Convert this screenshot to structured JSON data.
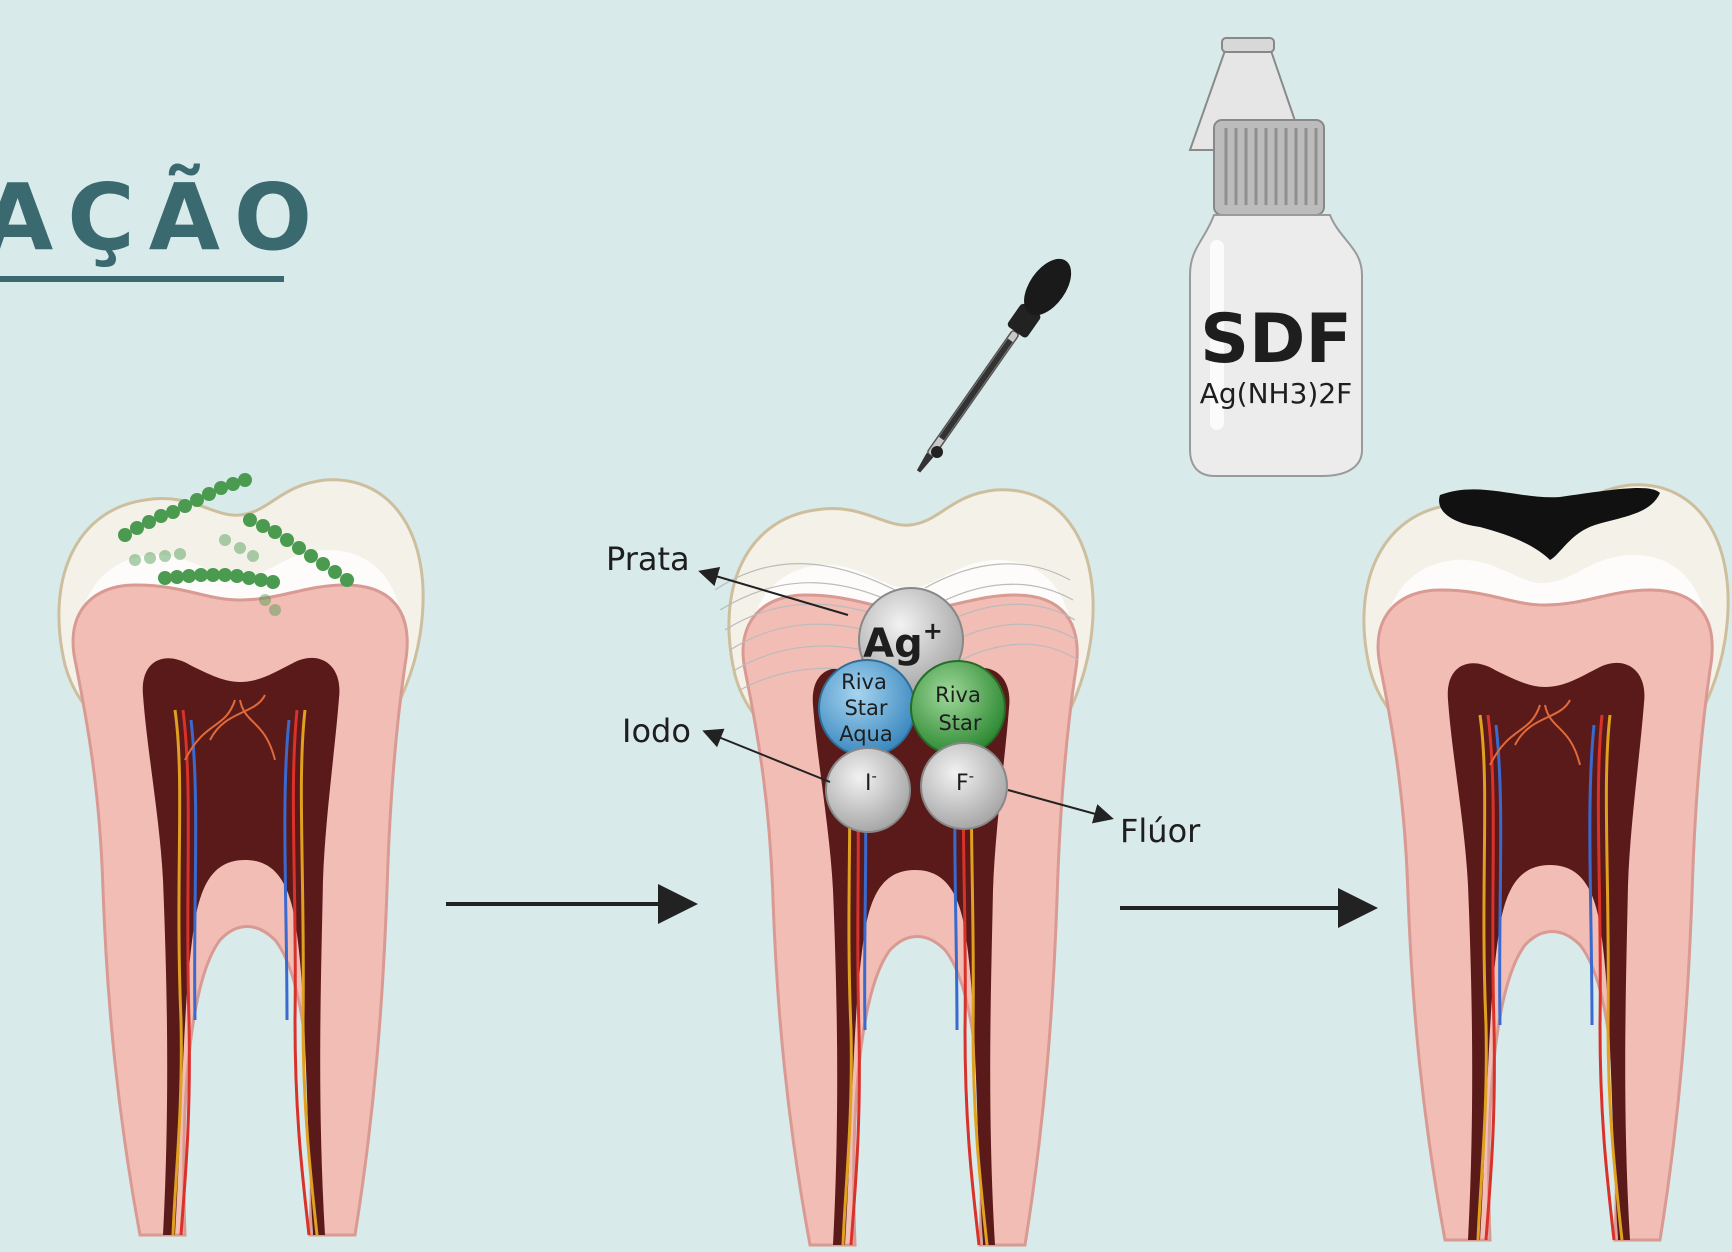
{
  "slide": {
    "title": "AÇÃO"
  },
  "bottle": {
    "label": "SDF",
    "formula": "Ag(NH3)2F"
  },
  "ions": {
    "silver": "Ag",
    "silver_charge": "+",
    "riva_aqua": [
      "Riva",
      "Star",
      "Aqua"
    ],
    "riva_star": [
      "Riva",
      "Star"
    ],
    "iodide": "I",
    "iodide_charge": "-",
    "fluoride": "F",
    "fluoride_charge": "-"
  },
  "labels": {
    "silver": "Prata",
    "iodine": "Iodo",
    "fluoride": "Flúor"
  },
  "colors": {
    "background": "#d9eaeb",
    "title": "#3a6a70",
    "bacteria": "#4a9a50",
    "dentin": "#f2bdb4",
    "pulp": "#5a1a1a",
    "riva_aqua": "#5aa9d8",
    "riva_star": "#48a84a",
    "ion_grey": "#cfcfcf",
    "stain": "#111111"
  },
  "icons": [
    "tooth-carious",
    "tooth-treated",
    "tooth-arrested",
    "dropper-icon",
    "bottle-icon",
    "arrow-right-icon"
  ]
}
